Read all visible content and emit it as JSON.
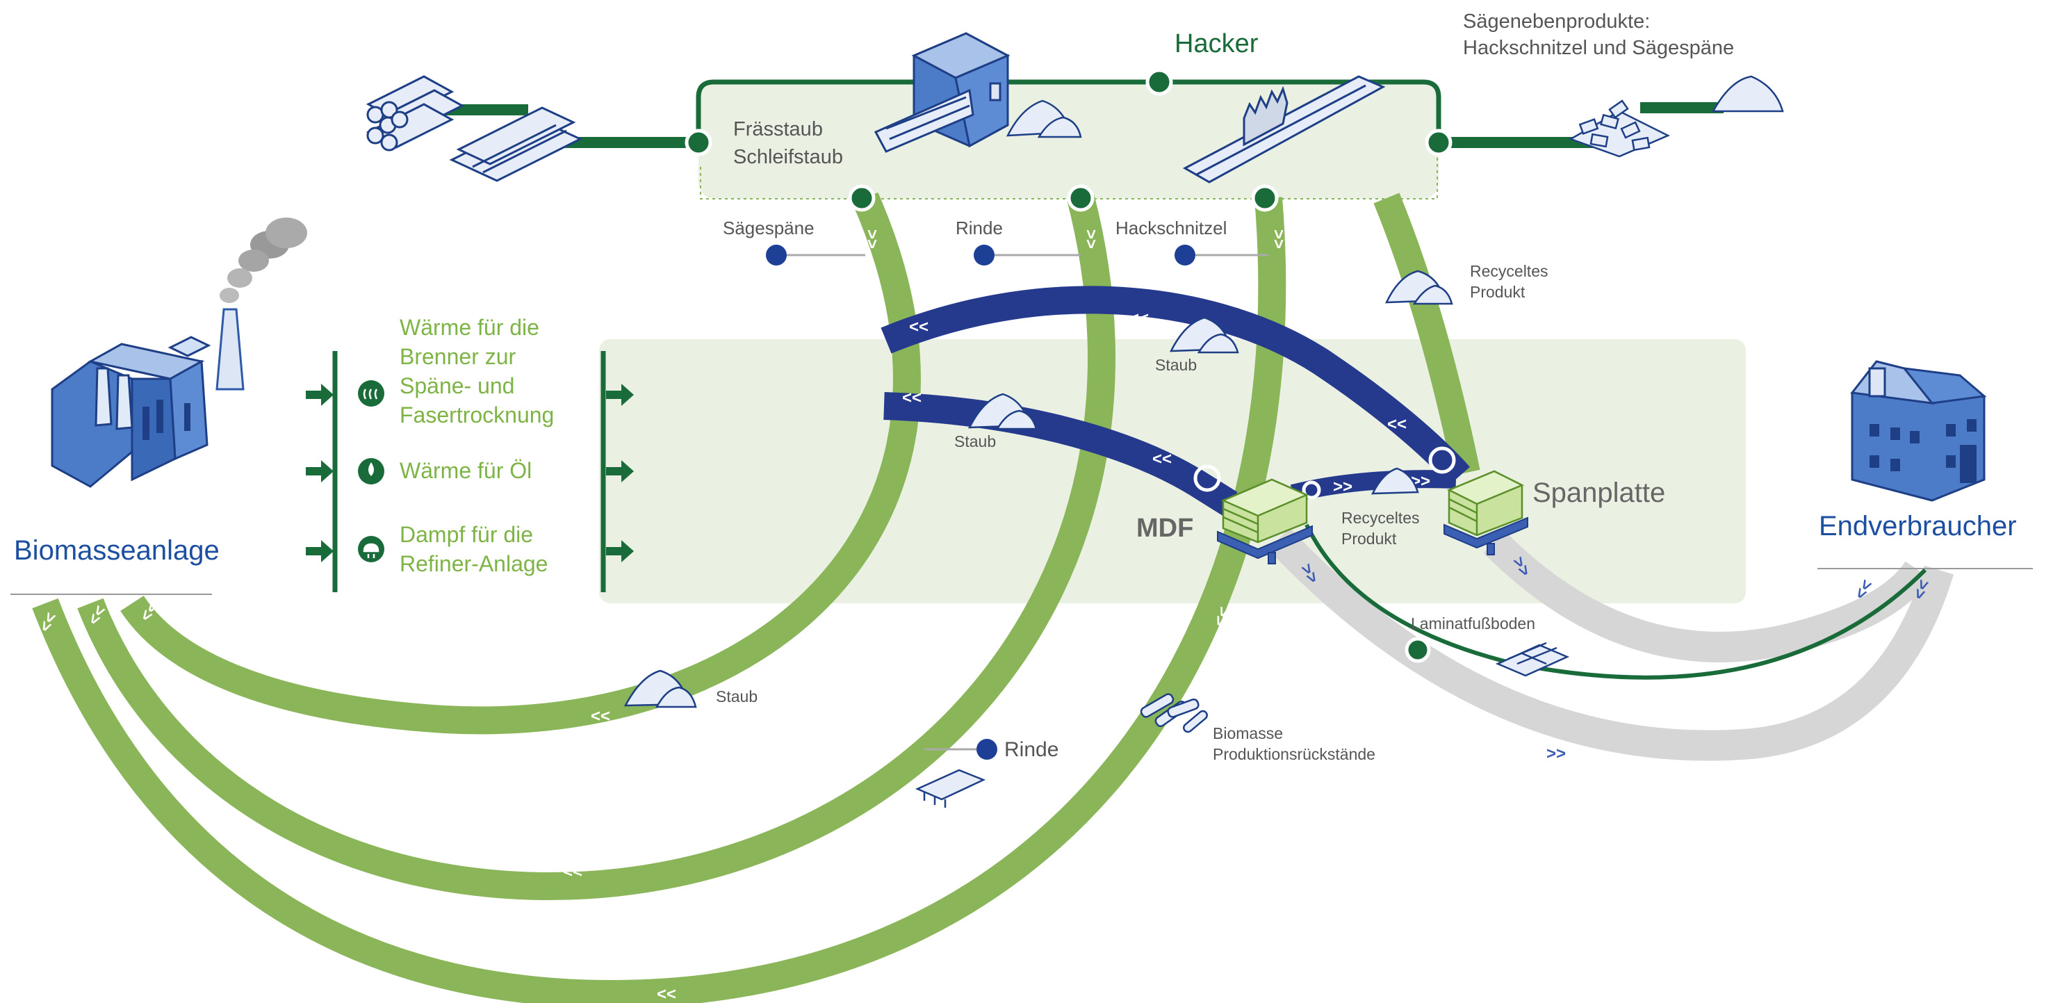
{
  "header": {
    "hacker": "Hacker",
    "byproducts_line1": "Sägenebenprodukte:",
    "byproducts_line2": "Hackschnitzel und Sägespäne"
  },
  "mill": {
    "dust_line1": "Frässtaub",
    "dust_line2": "Schleifstaub"
  },
  "streams": {
    "saegespaene": "Sägespäne",
    "rinde": "Rinde",
    "hackschnitzel": "Hackschnitzel"
  },
  "labels": {
    "recycled_top_1": "Recyceltes",
    "recycled_top_2": "Produkt",
    "staub_upper": "Staub",
    "staub_middle": "Staub",
    "staub_lower": "Staub",
    "mdf": "MDF",
    "spanplatte": "Spanplatte",
    "recycled_mid_1": "Recyceltes",
    "recycled_mid_2": "Produkt",
    "laminat": "Laminatfußboden",
    "biomasse_1": "Biomasse",
    "biomasse_2": "Produktionsrückstände",
    "rinde_bottom": "Rinde",
    "endverbraucher": "Endverbraucher",
    "biomasseanlage": "Biomasseanlage"
  },
  "energy": {
    "item1_lines": [
      "Wärme für die",
      "Brenner zur",
      "Späne- und",
      "Fasertrocknung"
    ],
    "item2": "Wärme für Öl",
    "item3_lines": [
      "Dampf für die",
      "Refiner-Anlage"
    ]
  },
  "arrows": {
    "left": "<<",
    "right": ">>",
    "down": ">>",
    "up": "<<"
  },
  "colors": {
    "green_light": "#8ab558",
    "green_dark": "#1a6b3a",
    "navy": "#253a8c",
    "blue_dot": "#1e3f96",
    "gray_band": "#d6d6d6",
    "panel_bg": "#eaf1e3",
    "text_green": "#7eb446",
    "text_blue": "#1d4fa0",
    "building_blue": "#4c7bc8"
  },
  "icons": [
    "factory-icon",
    "house-icon",
    "machine-icon",
    "saw-icon",
    "logs-icon",
    "boards-icon",
    "chips-icon",
    "dust-pile-icon",
    "board-stack-icon",
    "laminate-icon",
    "pallet-icon",
    "biomass-icon",
    "heat-icon",
    "oil-icon",
    "steam-icon"
  ]
}
